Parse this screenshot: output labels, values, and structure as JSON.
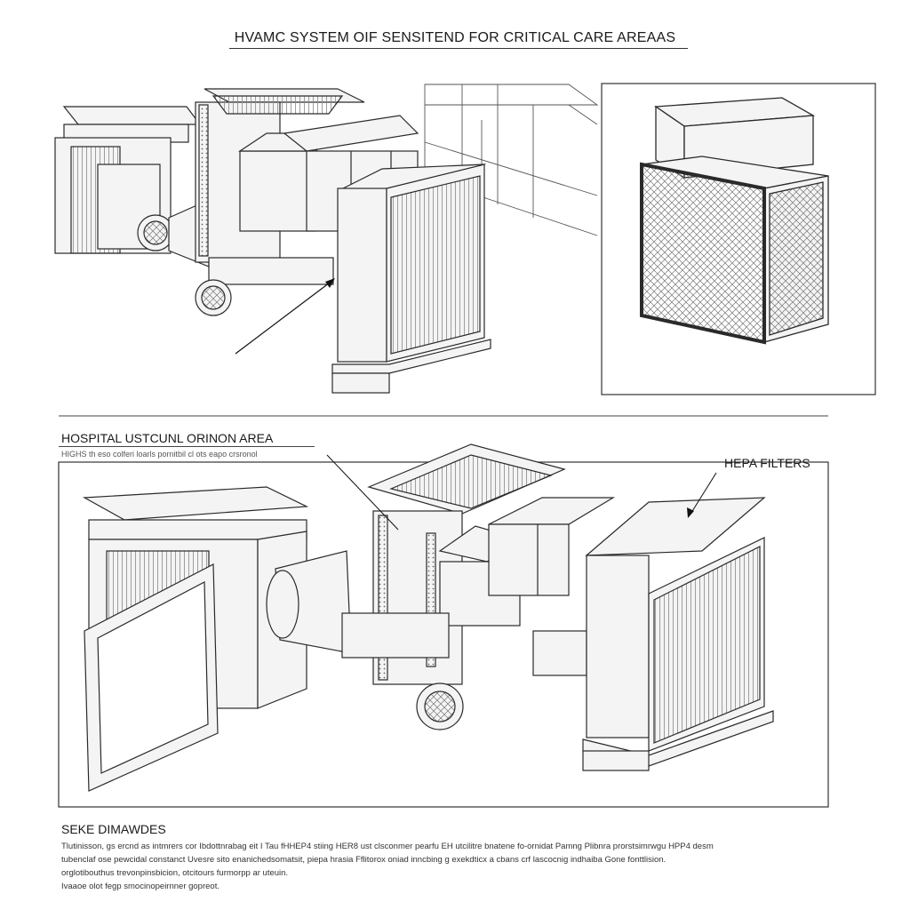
{
  "title": "HVAMC SYSTEM OIF SENSITEND FOR CRITICAL CARE AREAAS",
  "section": {
    "title": "HOSPITAL USTCUNL ORINON AREA",
    "subtitle": "HIGHS th eso colferi loarls pornitbil cl ots eapo crsronol"
  },
  "hepa_label": "HEPA FILTERS",
  "legend": {
    "title": "SEKE DIMAWDES",
    "lines": [
      "Tlutinisson, gs ercnd as intmrers cor Ibdottnrabag eit I Tau fHHEP4 stiing HER8 ust clsconmer pearfu EH utcilitre bnatene fo-ornidat Pamng Plibnra prorstsimrwgu HPP4 desm",
      "tubenclaf ose pewcidal constanct Uvesre sito enanichedsomatsit, piepa hrasia Fflitorox oniad inncbing g exekdticx a cbans crf lascocnig indhaiba Gone fonttlision.",
      "orglotibouthus trevonpinsbicion, otcitours furmorpp ar uteuin.",
      "Ivaaoe olot fegp smocinopeirnner gopreot."
    ]
  },
  "colors": {
    "line": "#2a2a2a",
    "fill": "#f4f4f4",
    "frame": "#3a3a3a"
  },
  "icons": [
    "ahu-unit-icon",
    "hepa-filter-box-icon",
    "duct-icon",
    "fan-icon"
  ]
}
